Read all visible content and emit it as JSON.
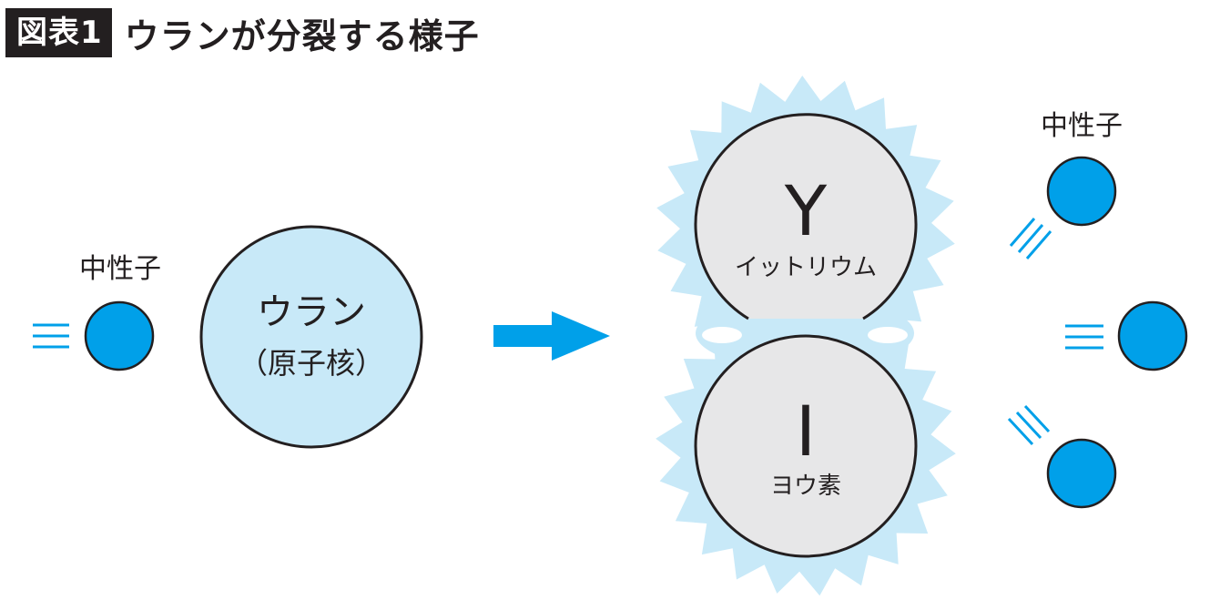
{
  "title": {
    "badge": "図表1",
    "text": "ウランが分裂する様子"
  },
  "neutron_label_left": "中性子",
  "uranium": {
    "name": "ウラン",
    "sub": "（原子核）"
  },
  "fragments": {
    "top": {
      "symbol": "Y",
      "name": "イットリウム"
    },
    "bottom": {
      "symbol": "I",
      "name": "ヨウ素"
    }
  },
  "neutron_label_right": "中性子",
  "colors": {
    "neutron": "#00a0e9",
    "uranium_fill": "#c8e9f8",
    "glow": "#c8e9f8",
    "fragment_fill": "#e7e7e8",
    "arrow": "#00a0e9",
    "outline": "#231f20"
  },
  "icons": [
    "arrow-right-icon",
    "motion-lines-icon"
  ]
}
